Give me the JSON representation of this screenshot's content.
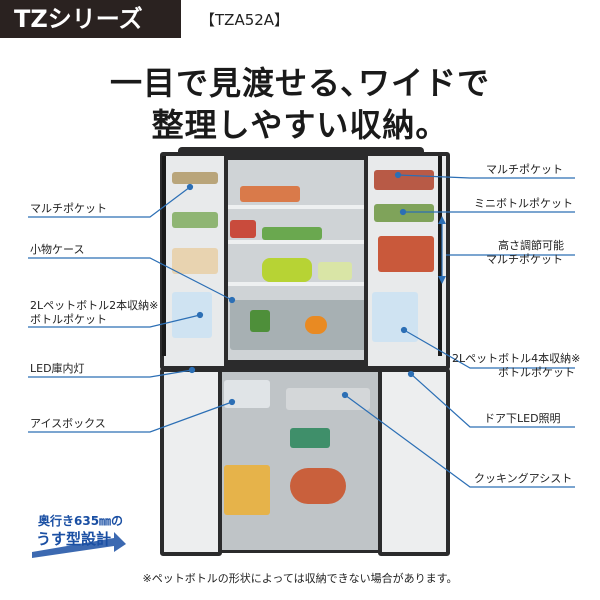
{
  "header": {
    "series": "TZシリーズ",
    "model": "【TZA52A】"
  },
  "headline": {
    "line1": "一目で見渡せる､ワイドで",
    "line2": "整理しやすい収納。"
  },
  "callouts": {
    "left": [
      "マルチポケット",
      "小物ケース",
      "2Lペットボトル2本収納※",
      "ボトルポケット",
      "LED庫内灯",
      "アイスボックス"
    ],
    "right": [
      "マルチポケット",
      "ミニボトルポケット",
      "高さ調節可能",
      "マルチポケット",
      "2Lペットボトル4本収納※",
      "ボトルポケット",
      "ドア下LED照明",
      "クッキングアシスト"
    ]
  },
  "badge": {
    "line1": "奥行き635㎜の",
    "line2": "うす型設計"
  },
  "footnote": "※ペットボトルの形状によっては収納できない場合があります。",
  "colors": {
    "header_bg": "#2a2220",
    "fridge": "#2b2b2c",
    "line": "#2c6fb5",
    "badge": "#1a4fa3"
  }
}
